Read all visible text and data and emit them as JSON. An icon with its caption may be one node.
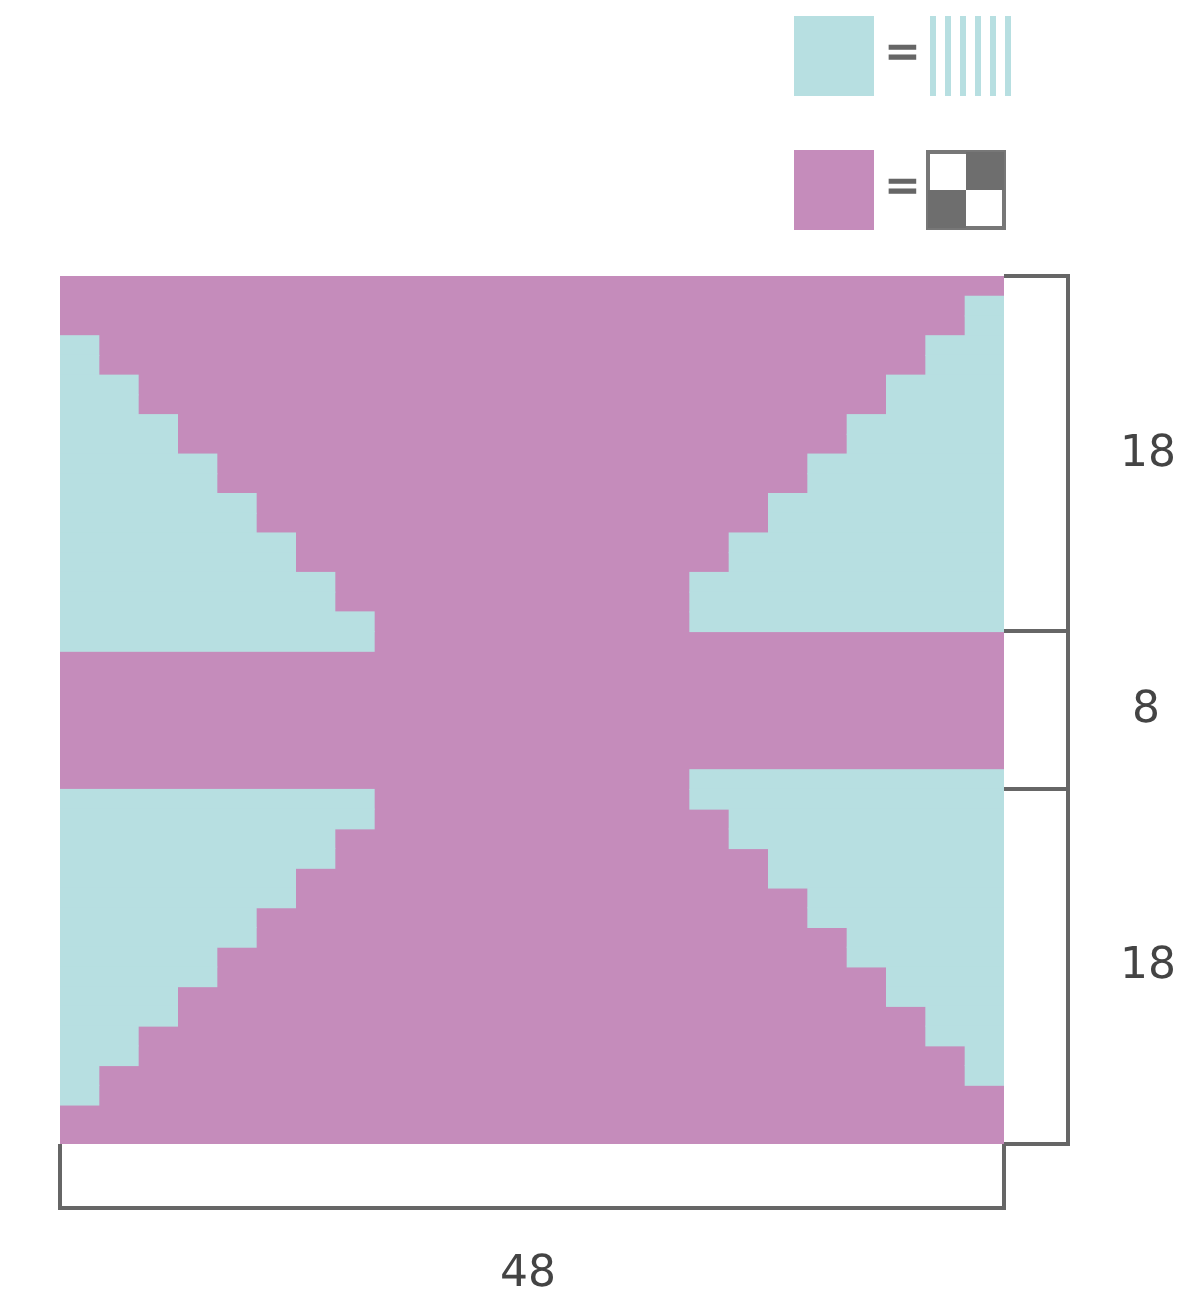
{
  "diagram": {
    "labels": [
      "18",
      "8",
      "18",
      "48"
    ],
    "legend": [
      {
        "text": "=",
        "color": "#b7dfe1"
      },
      {
        "text": "=",
        "color": "#c58cbb"
      }
    ]
  }
}
